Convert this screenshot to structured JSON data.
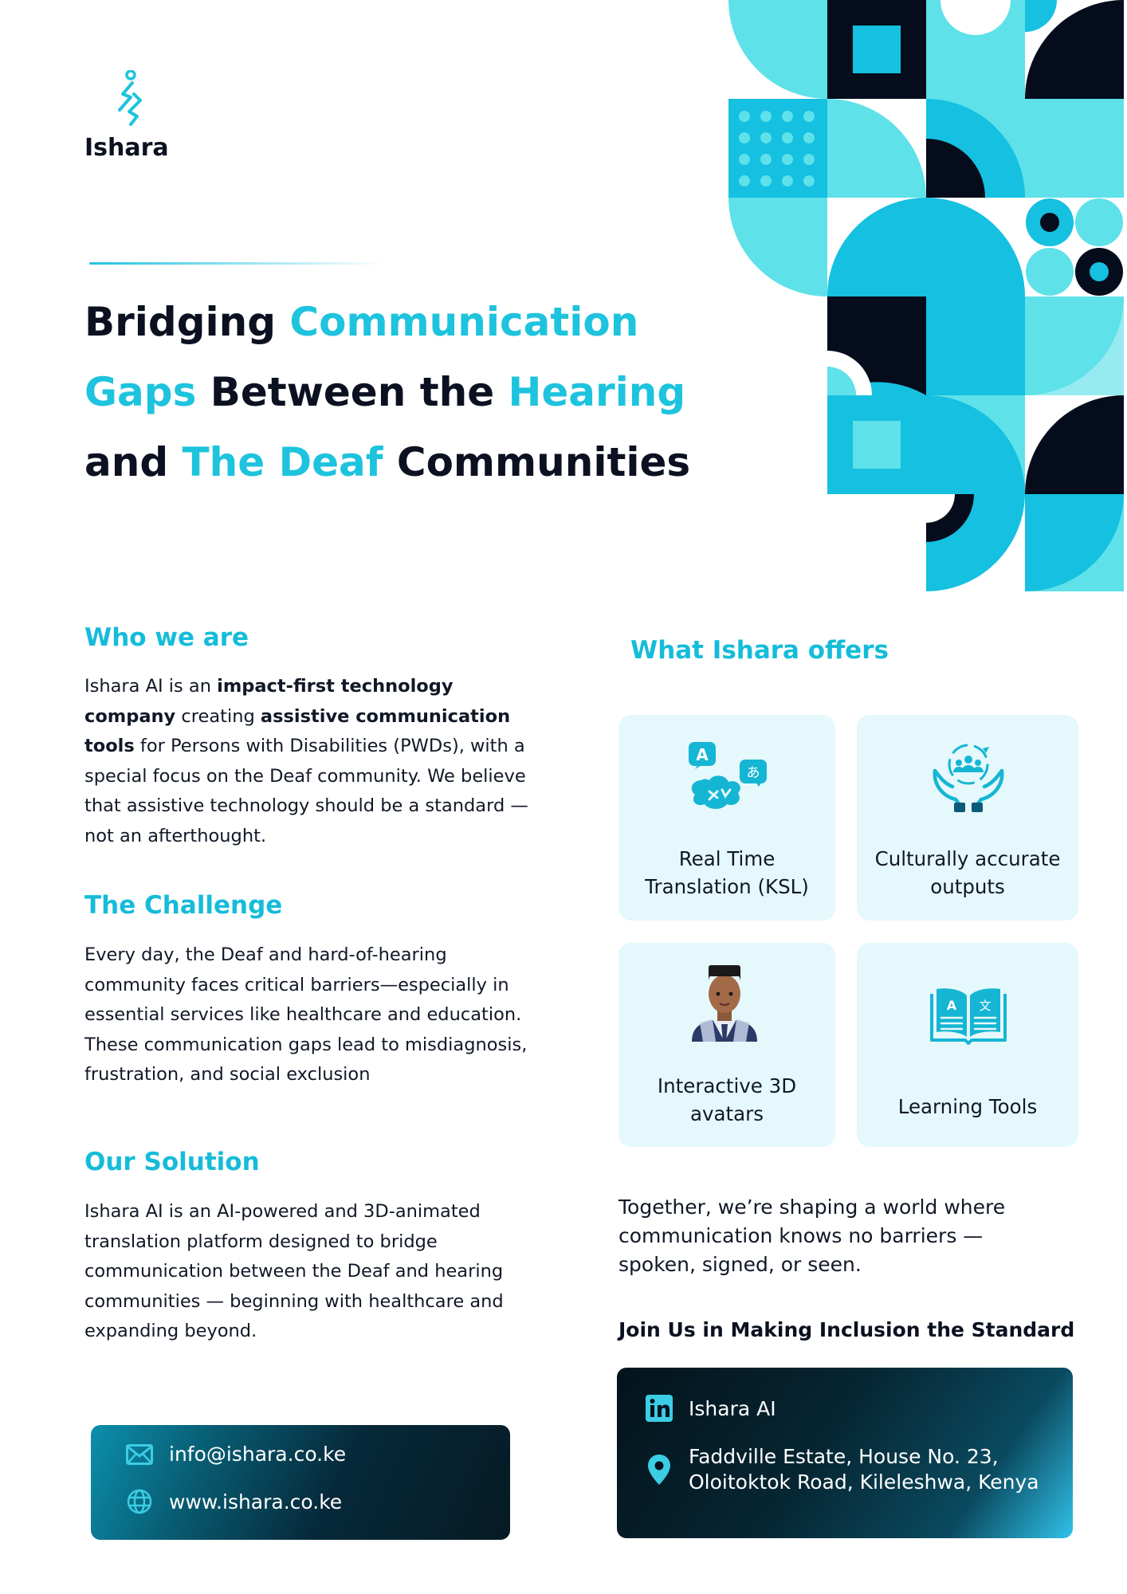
{
  "brand": {
    "name": "Ishara",
    "logo_icon": "ishara-figure-icon",
    "accent_color": "#1ec3dd",
    "dark_color": "#0b1120"
  },
  "headline": {
    "line1_a": "Bridging ",
    "line1_b": "Communication",
    "line2_a": "Gaps",
    "line2_b": " Between the ",
    "line2_c": "Hearing",
    "line3_a": "and ",
    "line3_b": "The Deaf",
    "line3_c": " Communities"
  },
  "who": {
    "heading": "Who we are",
    "p1": "Ishara AI is an ",
    "b1": "impact-first technology company",
    "p2": " creating ",
    "b2": "assistive communication tools",
    "p3": " for Persons with Disabilities (PWDs), with a special focus on the Deaf community. We believe that assistive technology should be a standard — not an afterthought."
  },
  "challenge": {
    "heading": "The Challenge",
    "body": "Every day, the Deaf and hard-of-hearing community faces critical barriers—especially in essential services like healthcare and education. These communication gaps lead to misdiagnosis, frustration, and social exclusion"
  },
  "solution": {
    "heading": "Our Solution",
    "body": "Ishara AI is an AI-powered and 3D-animated translation platform designed to bridge communication between the Deaf and hearing communities — beginning with healthcare and expanding beyond."
  },
  "offers": {
    "heading": "What Ishara offers",
    "cards": [
      {
        "line1": "Real Time",
        "line2": "Translation (KSL)",
        "icon": "translation-bubbles-icon"
      },
      {
        "line1": "Culturally accurate",
        "line2": "outputs",
        "icon": "community-hands-icon"
      },
      {
        "line1": "Interactive 3D",
        "line2": "avatars",
        "icon": "avatar-icon"
      },
      {
        "line1": "Learning Tools",
        "icon": "book-translate-icon"
      }
    ]
  },
  "tagline": "Together, we’re shaping a world where communication knows no barriers — spoken, signed, or seen.",
  "cta": "Join Us in Making Inclusion the Standard",
  "contact": {
    "email": "info@ishara.co.ke",
    "website": "www.ishara.co.ke",
    "linkedin": "Ishara AI",
    "address_line1": "Faddville Estate, House No. 23,",
    "address_line2": "Oloitoktok Road, Kileleshwa, Kenya",
    "icons": [
      "mail-icon",
      "globe-icon",
      "linkedin-icon",
      "location-pin-icon"
    ]
  }
}
